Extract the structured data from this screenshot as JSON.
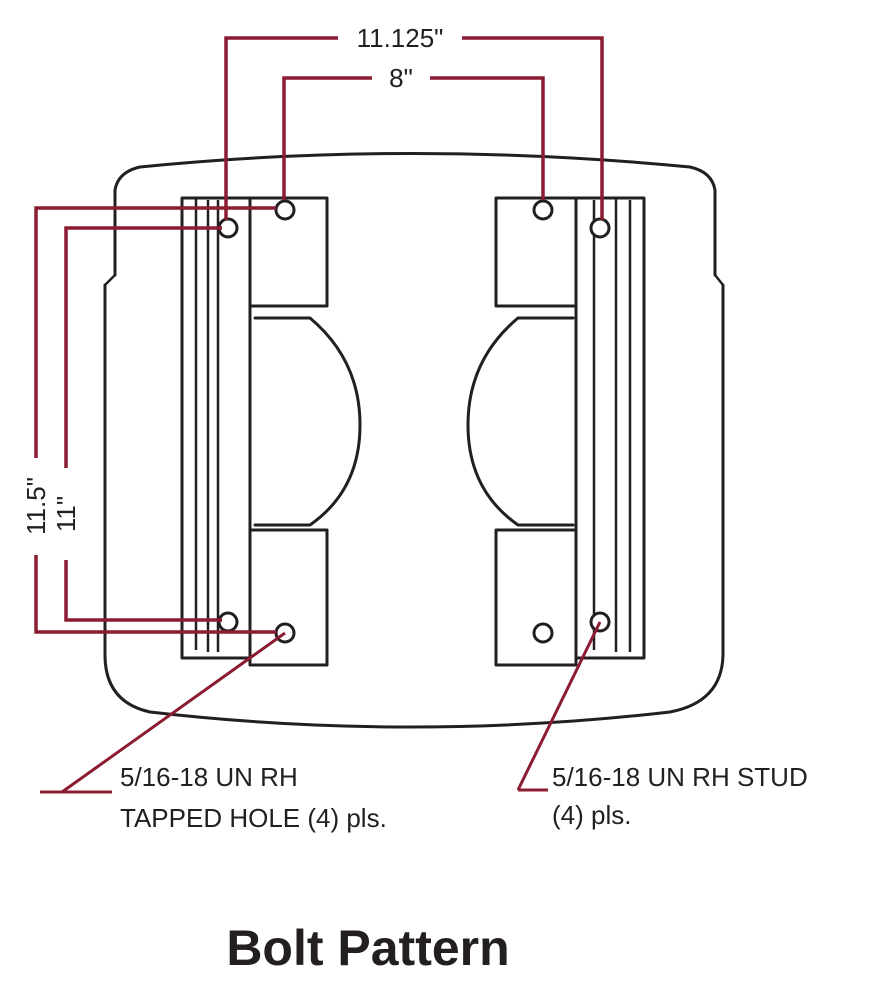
{
  "dimensions": {
    "outer_width": "11.125\"",
    "inner_width": "8\"",
    "outer_height": "11.5\"",
    "inner_height": "11\""
  },
  "callouts": {
    "left_line1": "5/16-18 UN RH",
    "left_line2": "TAPPED HOLE (4) pls.",
    "right_line1": "5/16-18 UN RH STUD",
    "right_line2": "(4) pls."
  },
  "title": "Bolt Pattern",
  "colors": {
    "dimension_line": "#8b1c31",
    "outline": "#231f20"
  }
}
